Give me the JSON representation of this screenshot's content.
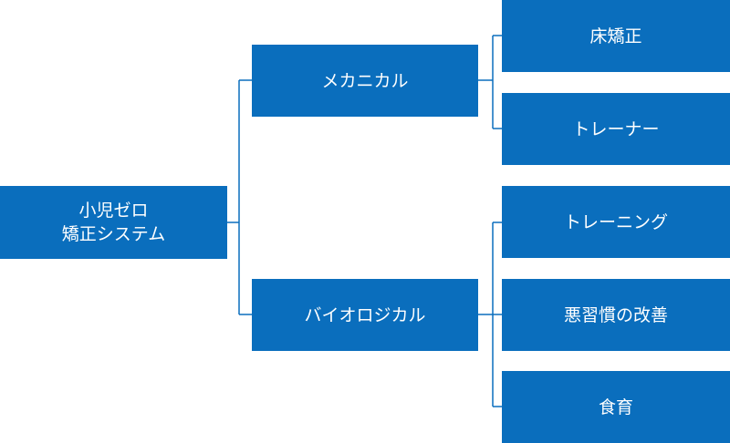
{
  "colors": {
    "node_fill": "#0a6ebd",
    "node_text": "#ffffff",
    "connector": "#0a6ebd"
  },
  "root": {
    "line1": "小児ゼロ",
    "line2": "矯正システム"
  },
  "branches": [
    {
      "label": "メカニカル",
      "children": [
        {
          "label": "床矯正"
        },
        {
          "label": "トレーナー"
        }
      ]
    },
    {
      "label": "バイオロジカル",
      "children": [
        {
          "label": "トレーニング"
        },
        {
          "label": "悪習慣の改善"
        },
        {
          "label": "食育"
        }
      ]
    }
  ]
}
